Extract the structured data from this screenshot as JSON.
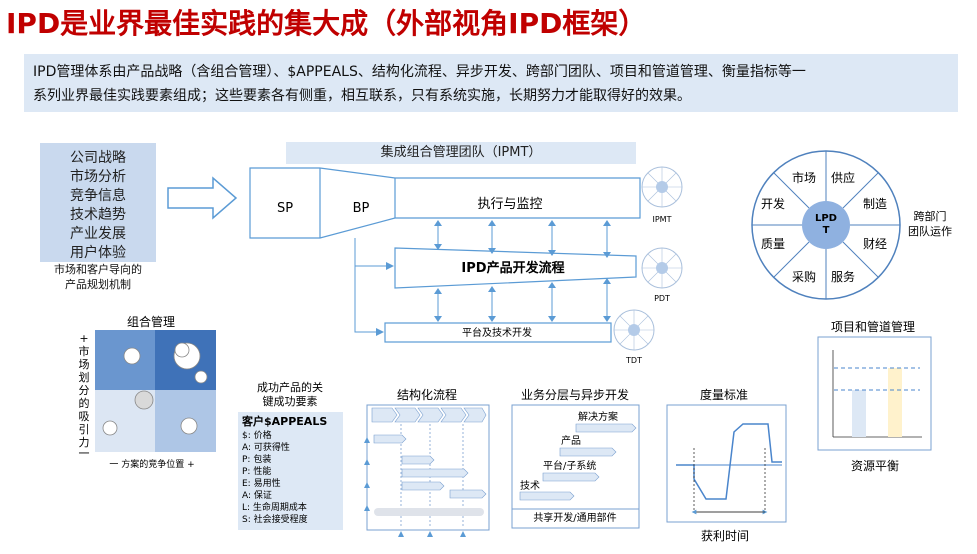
{
  "title": "IPD是业界最佳实践的集大成（外部视角IPD框架）",
  "intro": {
    "line1": "IPD管理体系由产品战略（含组合管理）、$APPEALS、结构化流程、异步开发、跨部门团队、项目和管道管理、衡量指标等一",
    "line2": "系列业界最佳实践要素组成；这些要素各有侧重，相互联系，只有系统实施，长期努力才能取得好的效果。"
  },
  "market": {
    "items": [
      "公司战略",
      "市场分析",
      "竞争信息",
      "技术趋势",
      "产业发展",
      "用户体验"
    ],
    "caption_line1": "市场和客户导向的",
    "caption_line2": "产品规划机制"
  },
  "process": {
    "ipmt_team": "集成组合管理团队（IPMT）",
    "sp": "SP",
    "bp": "BP",
    "exec": "执行与监控",
    "pdt_flow": "IPD产品开发流程",
    "platform": "平台及技术开发",
    "team_labels": [
      "IPMT",
      "PDT",
      "TDT"
    ]
  },
  "wheel": {
    "center_line1": "LPD",
    "center_line2": "T",
    "segments": [
      "市场",
      "供应",
      "制造",
      "财经",
      "服务",
      "采购",
      "质量",
      "开发"
    ],
    "side_line1": "跨部门",
    "side_line2": "团队运作"
  },
  "portfolio": {
    "title": "组合管理",
    "yaxis": [
      "+",
      "市",
      "场",
      "划",
      "分",
      "的",
      "吸",
      "引",
      "力",
      "一"
    ],
    "xaxis": "一  方案的竞争位置  +"
  },
  "appeals": {
    "title_line1": "成功产品的关",
    "title_line2": "键成功要素",
    "header": "客户$APPEALS",
    "items": [
      "$: 价格",
      "A:  可获得性",
      "P:  包装",
      "P:  性能",
      "E:  易用性",
      "A:  保证",
      "L:  生命周期成本",
      "S:  社会接受程度"
    ]
  },
  "structured": {
    "title": "结构化流程"
  },
  "layered": {
    "title": "业务分层与异步开发",
    "labels": [
      "解决方案",
      "产品",
      "平台/子系统",
      "技术"
    ],
    "footer": "共享开发/通用部件"
  },
  "metrics": {
    "title": "度量标准",
    "caption": "获利时间"
  },
  "pipeline": {
    "title": "项目和管道管理",
    "caption": "资源平衡"
  },
  "colors": {
    "title_red": "#c00000",
    "light_blue": "#dde8f5",
    "mid_blue": "#4f81bd",
    "accent_blue": "#5b9bd5",
    "bar_yellow": "#fff2cc"
  }
}
